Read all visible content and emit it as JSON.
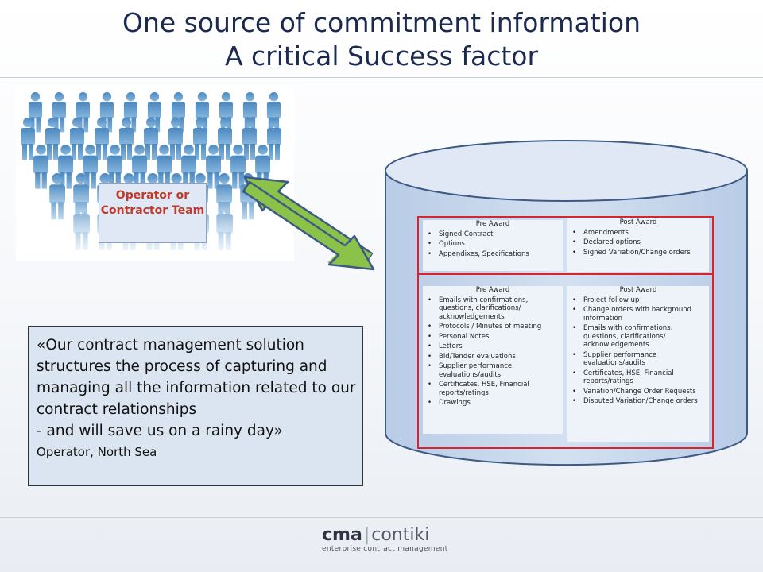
{
  "title": {
    "line1": "One source of commitment information",
    "line2": "A critical Success factor"
  },
  "team": {
    "label": "Operator or Contractor Team"
  },
  "database": {
    "contract_row": {
      "pre_award": {
        "heading": "Pre Award",
        "items": [
          "Signed Contract",
          "Options",
          "Appendixes, Specifications"
        ]
      },
      "post_award": {
        "heading": "Post Award",
        "items": [
          "Amendments",
          "Declared options",
          "Signed Variation/Change orders"
        ]
      }
    },
    "information_row": {
      "pre_award": {
        "heading": "Pre Award",
        "items": [
          "Emails with confirmations, questions, clarifications/ acknowledgements",
          "Protocols / Minutes of meeting",
          "Personal Notes",
          "Letters",
          "Bid/Tender evaluations",
          "Supplier performance evaluations/audits",
          "Certificates, HSE, Financial reports/ratings",
          "Drawings"
        ]
      },
      "post_award": {
        "heading": "Post Award",
        "items": [
          "Project follow up",
          "Change orders with background information",
          "Emails with confirmations, questions, clarifications/ acknowledgements",
          "Supplier performance evaluations/audits",
          "Certificates, HSE, Financial reports/ratings",
          "Variation/Change Order Requests",
          "Disputed Variation/Change orders"
        ]
      }
    }
  },
  "quote": {
    "text": "«Our contract management solution structures the process of capturing and managing all the information related to our contract relationships\n-   and will save us on a rainy day»",
    "source": "Operator, North Sea"
  },
  "logo": {
    "brand_bold": "cma",
    "separator": "|",
    "brand_light": "contiki",
    "tagline": "enterprise contract management"
  },
  "colors": {
    "title": "#1d2a4f",
    "team_label": "#c0392b",
    "arrow_fill": "#8bc34a",
    "cylinder_fill": "#c6d5ea",
    "cylinder_stroke": "#3d5a86",
    "highlight": "#d9232d",
    "quote_bg": "#dbe5f1"
  },
  "icons": {
    "crowd": "people-crowd-icon",
    "arrow": "double-arrow-icon",
    "database": "database-cylinder-icon"
  }
}
